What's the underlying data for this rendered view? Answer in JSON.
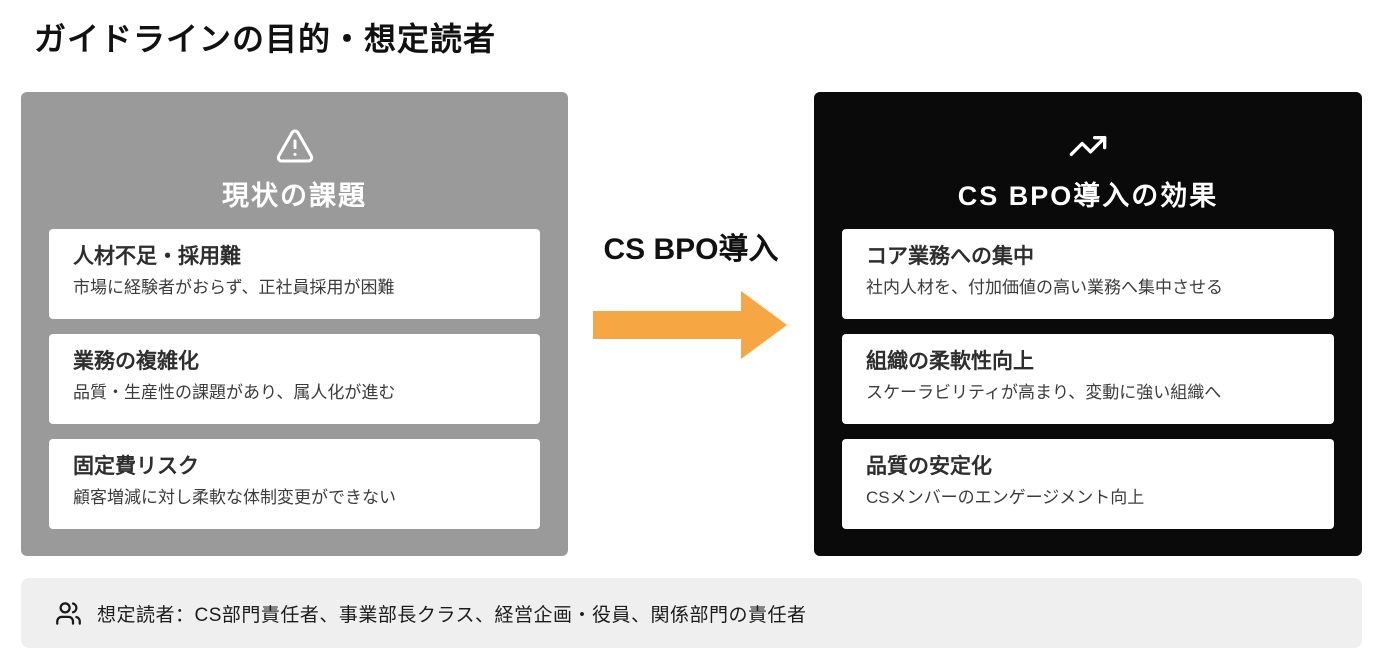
{
  "page": {
    "title": "ガイドラインの目的・想定読者"
  },
  "left_panel": {
    "title": "現状の課題",
    "icon": "alert-triangle-icon",
    "cards": [
      {
        "title": "人材不足・採用難",
        "description": "市場に経験者がおらず、正社員採用が困難"
      },
      {
        "title": "業務の複雑化",
        "description": "品質・生産性の課題があり、属人化が進む"
      },
      {
        "title": "固定費リスク",
        "description": "顧客増減に対し柔軟な体制変更ができない"
      }
    ]
  },
  "transition": {
    "label": "CS BPO導入",
    "arrow_color": "#F6A743"
  },
  "right_panel": {
    "title": "CS BPO導入の効果",
    "icon": "trending-up-icon",
    "cards": [
      {
        "title": "コア業務への集中",
        "description": "社内人材を、付加価値の高い業務へ集中させる"
      },
      {
        "title": "組織の柔軟性向上",
        "description": "スケーラビリティが高まり、変動に強い組織へ"
      },
      {
        "title": "品質の安定化",
        "description": "CSメンバーのエンゲージメント向上"
      }
    ]
  },
  "footer": {
    "icon": "users-icon",
    "text": "想定読者：CS部門責任者、事業部長クラス、経営企画・役員、関係部門の責任者"
  },
  "colors": {
    "panel_gray": "#9A9A9A",
    "panel_black": "#0A0A0A",
    "arrow_orange": "#F6A743",
    "footer_bg": "#EFEFEF",
    "card_bg": "#FFFFFF",
    "heading_text": "#111111",
    "card_title_text": "#2E2E2E",
    "card_desc_text": "#3C3C3C"
  }
}
